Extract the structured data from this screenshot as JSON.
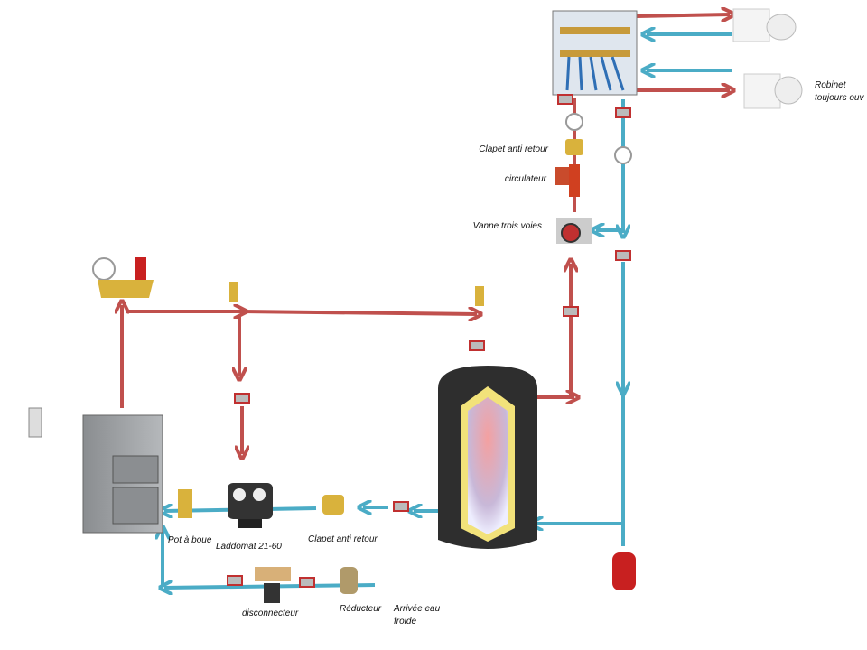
{
  "colors": {
    "hot_pipe": "#c0504d",
    "cold_pipe": "#4bacc6",
    "insulation": "#f2e27a",
    "tank_shell": "#2e2e2e"
  },
  "labels": {
    "manifold_check_valve": "Clapet anti retour",
    "circulator": "circulateur",
    "three_way_valve": "Vanne trois voies",
    "radiator_valve_line1": "Robinet",
    "radiator_valve_line2": "toujours ouv",
    "mud_pot": "Pot à boue",
    "laddomat": "Laddomat 21-60",
    "check_valve": "Clapet anti retour",
    "disconnector": "disconnecteur",
    "reducer": "Réducteur",
    "cold_inlet_line1": "Arrivée eau",
    "cold_inlet_line2": "froide"
  }
}
